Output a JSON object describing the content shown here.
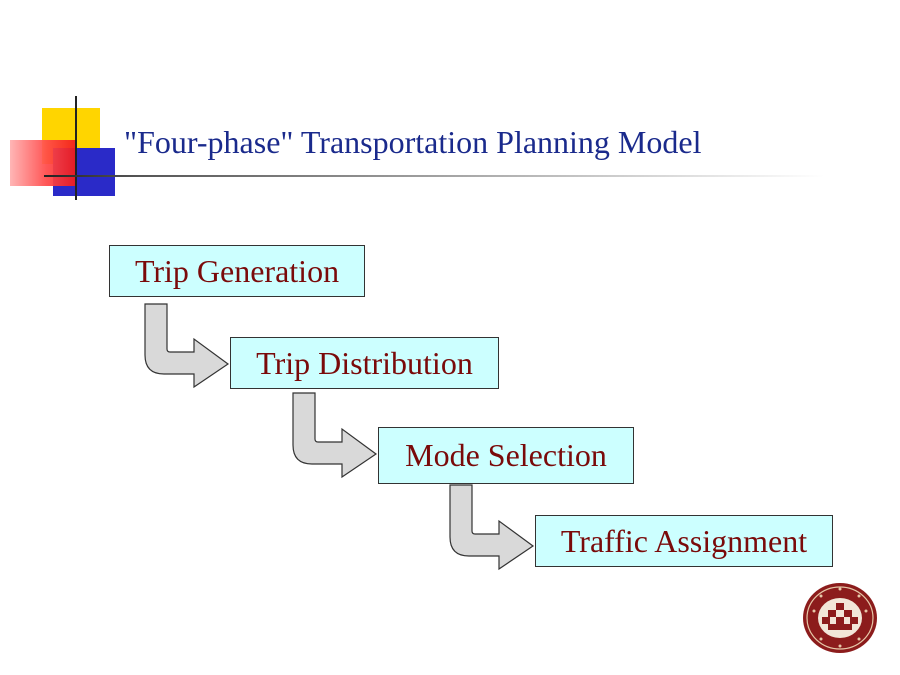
{
  "slide": {
    "title": "\"Four-phase\" Transportation Planning Model"
  },
  "steps": [
    {
      "label": "Trip Generation"
    },
    {
      "label": "Trip Distribution"
    },
    {
      "label": "Mode Selection"
    },
    {
      "label": "Traffic Assignment"
    }
  ],
  "colors": {
    "title_text": "#1a2a8c",
    "box_fill": "#ccffff",
    "box_text": "#7a0a0a",
    "arrow_fill": "#d9d9d9"
  },
  "icons": {
    "title_decoration": "color-squares-crosshair-icon",
    "flow_arrow": "bent-down-right-arrow-icon",
    "logo": "university-seal-icon"
  }
}
